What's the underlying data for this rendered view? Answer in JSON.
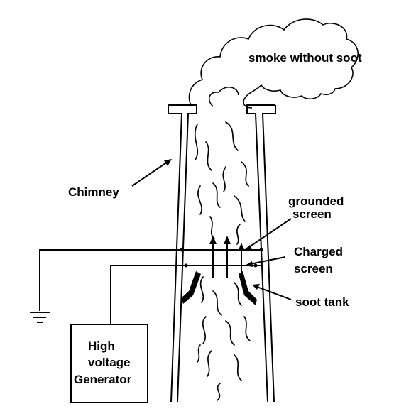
{
  "labels": {
    "smoke": "smoke without soot",
    "chimney": "Chimney",
    "grounded_line1": "grounded",
    "grounded_line2": "screen",
    "charged_line1": "Charged",
    "charged_line2": "screen",
    "soot_tank": "soot tank",
    "generator_line1": "High",
    "generator_line2": "voltage",
    "generator_line3": "Generator"
  },
  "colors": {
    "ink": "#000000",
    "background": "#ffffff"
  }
}
